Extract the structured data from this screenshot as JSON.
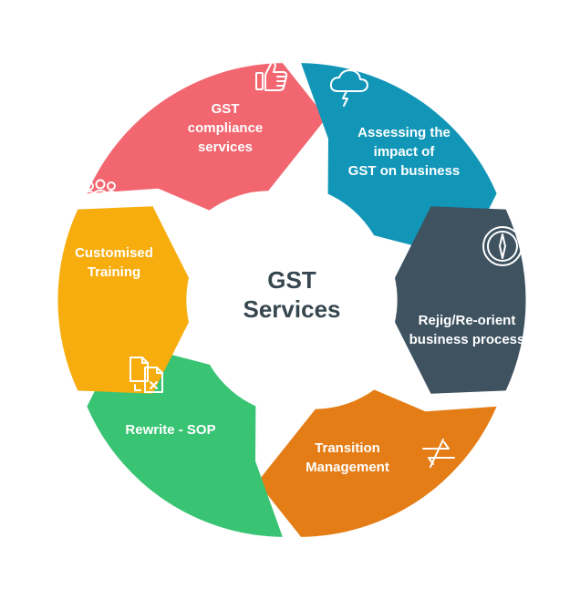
{
  "center": {
    "line1": "GST",
    "line2": "Services"
  },
  "segments": [
    {
      "id": "gst-compliance",
      "lines": [
        "GST",
        "compliance",
        "services"
      ],
      "color": "#f26670",
      "icon": "thumbs-up-icon"
    },
    {
      "id": "assessing-impact",
      "lines": [
        "Assessing the",
        "impact of",
        "GST on business"
      ],
      "color": "#1196b8",
      "icon": "cloud-lightning-icon"
    },
    {
      "id": "rejig",
      "lines": [
        "Rejig/Re-orient",
        "business process"
      ],
      "color": "#3e5260",
      "icon": "compass-icon"
    },
    {
      "id": "transition",
      "lines": [
        "Transition",
        "Management"
      ],
      "color": "#e57d16",
      "icon": "swap-arrows-icon"
    },
    {
      "id": "rewrite-sop",
      "lines": [
        "Rewrite - SOP"
      ],
      "color": "#38c472",
      "icon": "documents-icon"
    },
    {
      "id": "training",
      "lines": [
        "Customised",
        "Training"
      ],
      "color": "#f7ad0d",
      "icon": "group-icon"
    }
  ]
}
